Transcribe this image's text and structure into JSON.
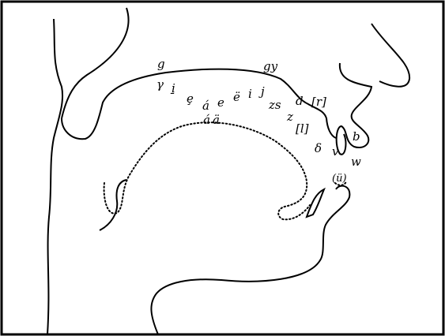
{
  "diagram": {
    "type": "sagittal-section-articulation-diagram",
    "labels": {
      "g_top": "g",
      "gy_top": "gy",
      "gamma": "γ",
      "i_dot": "i̱",
      "e_hook": "ȩ",
      "a_acute": "á",
      "e_plain": "e",
      "e_diaer": "ë",
      "i": "i",
      "j": "j",
      "zs": "zs",
      "z": "z",
      "d": "d",
      "r_bracket": "[r]",
      "l_bracket": "[l]",
      "delta": "δ",
      "v": "v",
      "w": "w",
      "b": "b",
      "u_diaer": "(ü)",
      "a_acute_low": "á",
      "a_diaer_low": "ä"
    }
  }
}
